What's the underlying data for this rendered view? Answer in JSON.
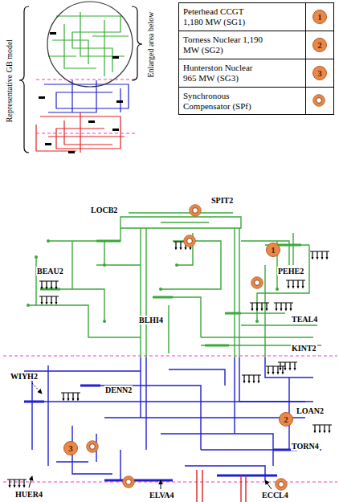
{
  "diagram": {
    "nodes": [
      {
        "text": [
          "Peterhead CCGT 1,180 MW (SG1)"
        ]
      },
      {
        "text": [
          "1"
        ]
      },
      {
        "text": [
          "Torness Nuclear 1,190 MW (SG2)"
        ]
      },
      {
        "text": [
          "2"
        ]
      },
      {
        "text": [
          "Hunterston Nuclear 965 MW (SG3)"
        ]
      },
      {
        "text": [
          "3"
        ]
      },
      {
        "text": [
          "Synchronous Compensator (SPf)"
        ]
      },
      {
        "text": [
          "1"
        ]
      },
      {
        "text": [
          "2"
        ]
      },
      {
        "text": [
          "3"
        ]
      }
    ],
    "labels": [
      "Representative GB model",
      "Enlarged area below",
      "LOCB2",
      "SPIT2",
      "BEAU2",
      "PEHE2",
      "BLHI4",
      "TEAL4",
      "KINT2",
      "WIYH2",
      "DENN2",
      "LOAN2",
      "TORN4",
      "HUER4",
      "ELVA4",
      "ECCL4"
    ]
  }
}
